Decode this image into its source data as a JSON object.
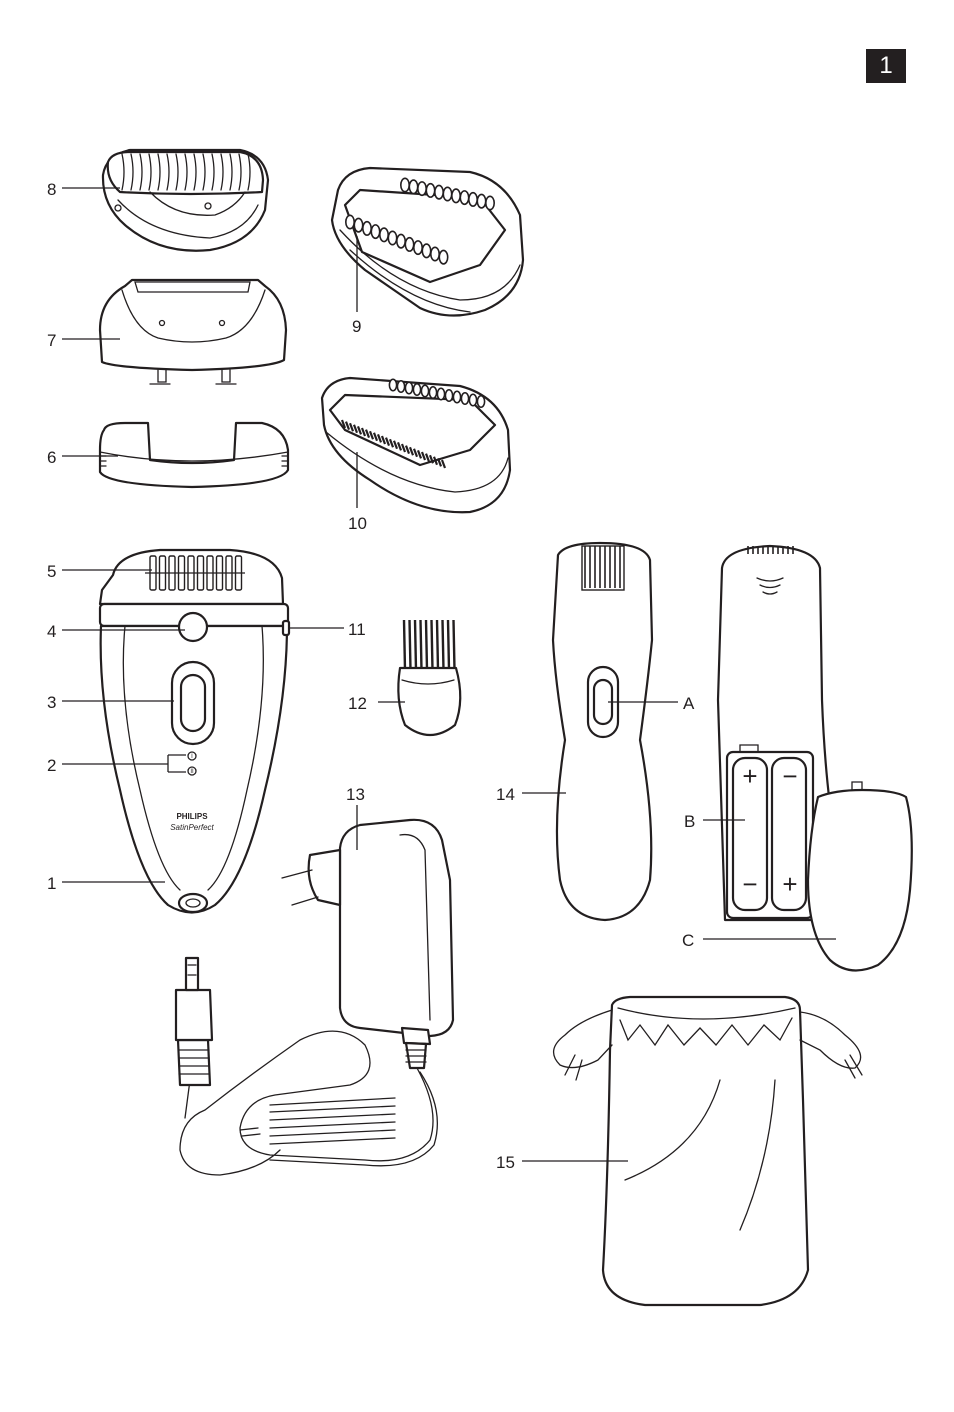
{
  "page_number": "1",
  "callouts": [
    {
      "id": "8",
      "label": "8"
    },
    {
      "id": "7",
      "label": "7"
    },
    {
      "id": "6",
      "label": "6"
    },
    {
      "id": "9",
      "label": "9"
    },
    {
      "id": "10",
      "label": "10"
    },
    {
      "id": "5",
      "label": "5"
    },
    {
      "id": "4",
      "label": "4"
    },
    {
      "id": "11",
      "label": "11"
    },
    {
      "id": "3",
      "label": "3"
    },
    {
      "id": "12",
      "label": "12"
    },
    {
      "id": "2",
      "label": "2"
    },
    {
      "id": "13",
      "label": "13"
    },
    {
      "id": "1",
      "label": "1"
    },
    {
      "id": "14",
      "label": "14"
    },
    {
      "id": "A",
      "label": "A"
    },
    {
      "id": "B",
      "label": "B"
    },
    {
      "id": "C",
      "label": "C"
    },
    {
      "id": "15",
      "label": "15"
    }
  ],
  "device": {
    "brand": "PHILIPS",
    "model": "SatinPerfect",
    "speed_1": "I",
    "speed_2": "II"
  },
  "battery": {
    "plus": "+",
    "minus": "−"
  }
}
